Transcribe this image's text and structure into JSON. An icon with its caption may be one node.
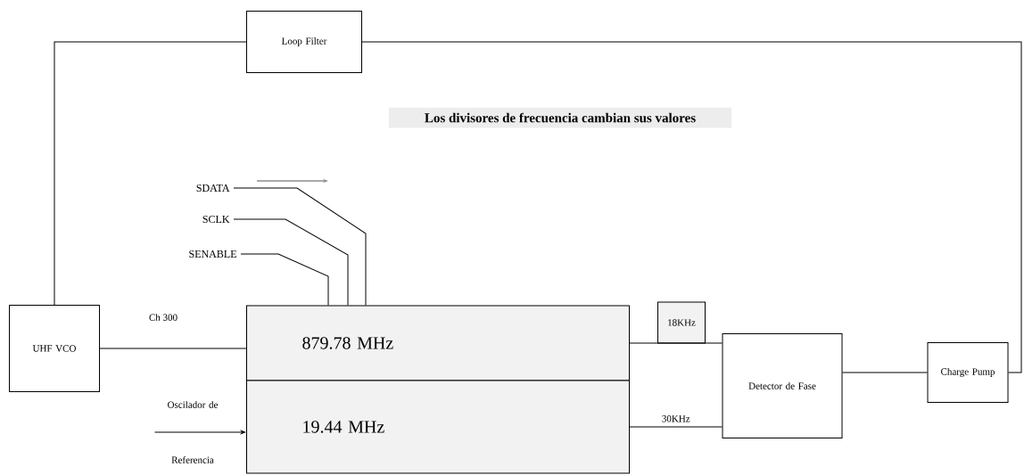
{
  "diagram": {
    "title": "Los divisores de frecuencia cambian sus valores",
    "nodes": [
      {
        "text": [
          "Loop Filter"
        ]
      },
      {
        "text": [
          "UHF VCO"
        ]
      },
      {
        "text": [
          "879.78 MHz"
        ]
      },
      {
        "text": [
          "19.44 MHz"
        ]
      },
      {
        "text": [
          "18KHz"
        ]
      },
      {
        "text": [
          "Detector de Fase"
        ]
      },
      {
        "text": [
          "Charge Pump"
        ]
      },
      {
        "text": [
          "SDATA"
        ]
      },
      {
        "text": [
          "SCLK"
        ]
      },
      {
        "text": [
          "SENABLE"
        ]
      },
      {
        "text": [
          "Oscilador de Referencia"
        ]
      }
    ],
    "edges": [
      {
        "from": 0,
        "to": 1,
        "arrow": "none"
      },
      {
        "from": 6,
        "to": 0,
        "arrow": "none"
      },
      {
        "from": 1,
        "to": 2,
        "arrow": "none"
      },
      {
        "from": 2,
        "to": 5,
        "arrow": "none"
      },
      {
        "from": 3,
        "to": 5,
        "arrow": "none",
        "label": "30KHz"
      },
      {
        "from": 5,
        "to": 6,
        "arrow": "none"
      },
      {
        "from": 7,
        "to": 2,
        "arrow": "none"
      },
      {
        "from": 8,
        "to": 2,
        "arrow": "none"
      },
      {
        "from": 9,
        "to": 2,
        "arrow": "none"
      },
      {
        "from": 10,
        "to": 3,
        "arrow": "to"
      }
    ],
    "labels": [
      "Ch 300"
    ]
  }
}
